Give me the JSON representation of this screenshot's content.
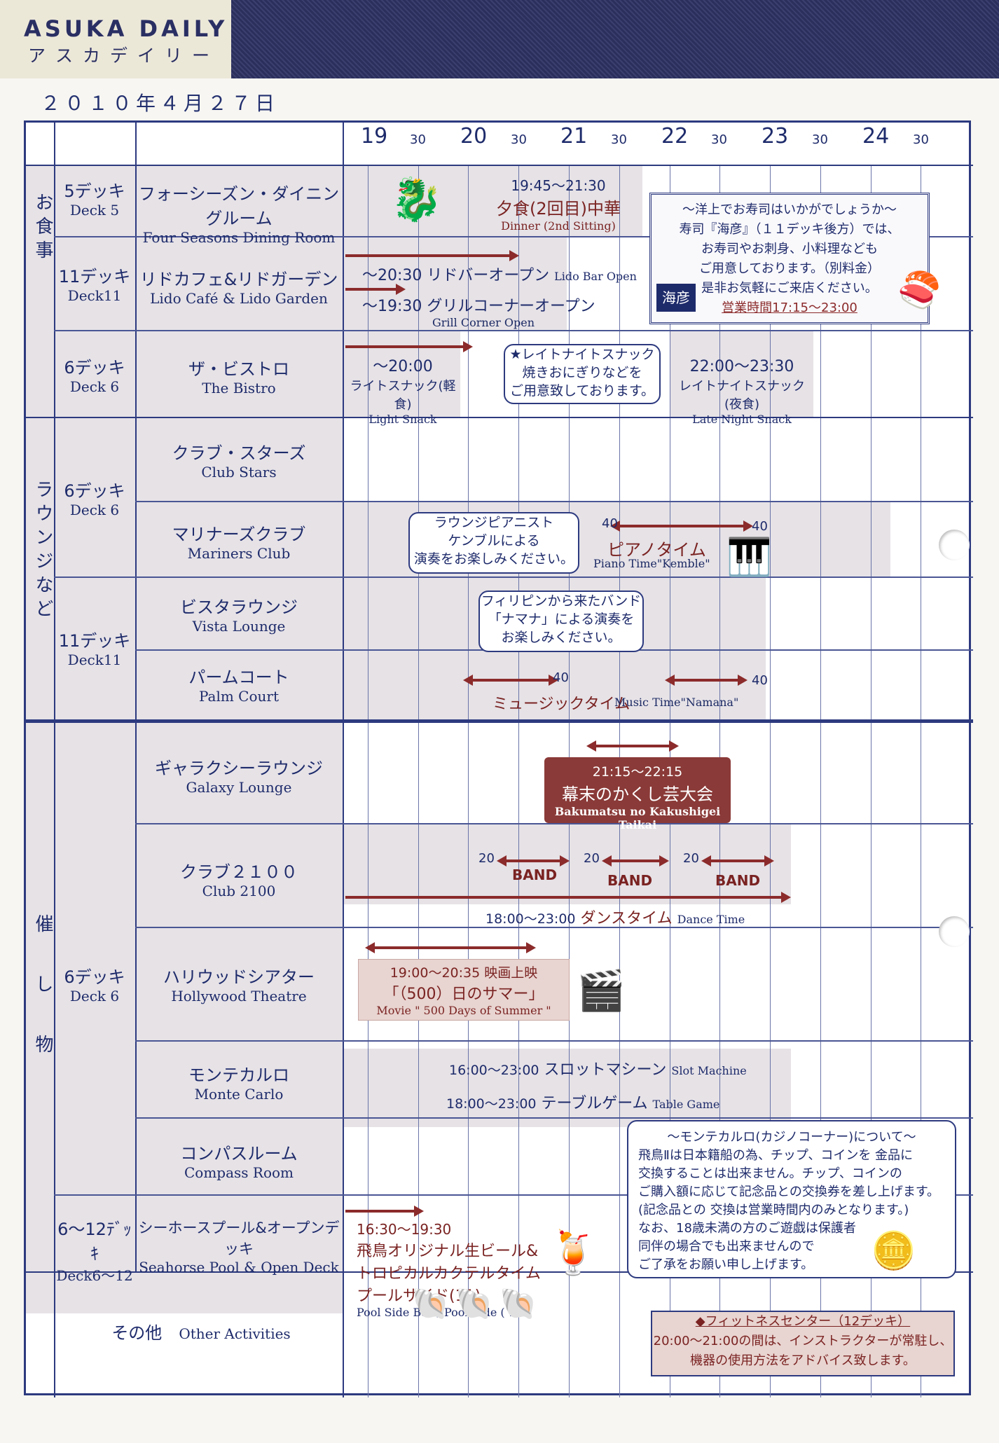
{
  "header": {
    "brand_en": "ASUKA DAILY",
    "brand_jp": "アスカデイリー",
    "date": "２０１０年４月２７日"
  },
  "timeline": {
    "hours": [
      "19",
      "20",
      "21",
      "22",
      "23",
      "24"
    ],
    "half": "30"
  },
  "categories": {
    "dining": "お食事",
    "lounge": "ラウンジなど",
    "events": "催し物"
  },
  "decks": {
    "d5": {
      "jp": "5デッキ",
      "en": "Deck 5"
    },
    "d11a": {
      "jp": "11デッキ",
      "en": "Deck11"
    },
    "d6a": {
      "jp": "6デッキ",
      "en": "Deck 6"
    },
    "d6b": {
      "jp": "6デッキ",
      "en": "Deck 6"
    },
    "d11b": {
      "jp": "11デッキ",
      "en": "Deck11"
    },
    "d6c": {
      "jp": "6デッキ",
      "en": "Deck 6"
    },
    "d612": {
      "jp": "6～12ﾃﾞｯｷ",
      "en": "Deck6～12"
    }
  },
  "venues": {
    "four_seasons": {
      "jp": "フォーシーズン・ダイニングルーム",
      "en": "Four Seasons Dining Room"
    },
    "lido": {
      "jp": "リドカフェ&リドガーデン",
      "en": "Lido Café & Lido Garden"
    },
    "bistro": {
      "jp": "ザ・ビストロ",
      "en": "The Bistro"
    },
    "club_stars": {
      "jp": "クラブ・スターズ",
      "en": "Club Stars"
    },
    "mariners": {
      "jp": "マリナーズクラブ",
      "en": "Mariners Club"
    },
    "vista": {
      "jp": "ビスタラウンジ",
      "en": "Vista Lounge"
    },
    "palm": {
      "jp": "パームコート",
      "en": "Palm Court"
    },
    "galaxy": {
      "jp": "ギャラクシーラウンジ",
      "en": "Galaxy Lounge"
    },
    "club2100": {
      "jp": "クラブ２１００",
      "en": "Club 2100"
    },
    "hollywood": {
      "jp": "ハリウッドシアター",
      "en": "Hollywood Theatre"
    },
    "monte": {
      "jp": "モンテカルロ",
      "en": "Monte Carlo"
    },
    "compass": {
      "jp": "コンパスルーム",
      "en": "Compass Room"
    },
    "seahorse": {
      "jp": "シーホースプール&オープンデッキ",
      "en": "Seahorse Pool & Open Deck"
    },
    "other": {
      "jp": "その他",
      "en": "Other Activities"
    }
  },
  "events": {
    "dinner_time": "19:45～21:30",
    "dinner_jp": "夕食(2回目)中華",
    "dinner_en": "Dinner (2nd Sitting)",
    "lido_bar": "～20:30 リドバーオープン",
    "lido_bar_en": "Lido Bar Open",
    "grill": "～19:30 グリルコーナーオープン",
    "grill_en": "Grill Corner Open",
    "light_time": "～20:00",
    "light_jp": "ライトスナック(軽食)",
    "light_en": "Light Snack",
    "late_time": "22:00～23:30",
    "late_jp": "レイトナイトスナック(夜食)",
    "late_en": "Late Night Snack",
    "late_bubble": [
      "★レイトナイトスナック",
      "焼きおにぎりなどを",
      "ご用意致しております。"
    ],
    "sushi": [
      "～洋上でお寿司はいかがでしょうか～",
      "寿司『海彦』（１１デッキ後方）では、",
      "お寿司やお刺身、小料理なども",
      "ご用意しております。（別料金）",
      "是非お気軽にご来店ください。",
      "営業時間17:15～23:00"
    ],
    "sushi_logo": "海彦",
    "piano_bubble": [
      "ラウンジピアニスト",
      "ケンブルによる",
      "演奏をお楽しみください。"
    ],
    "piano_jp": "ピアノタイム",
    "piano_en": "Piano Time\"Kemble\"",
    "n40": "40",
    "band_bubble": [
      "フィリピンから来たバンド",
      "「ナマナ」による演奏を",
      "お楽しみください。"
    ],
    "music_jp": "ミュージックタイム",
    "music_en": "Music Time\"Namana\"",
    "galaxy_time": "21:15～22:15",
    "galaxy_jp": "幕末のかくし芸大会",
    "galaxy_en": "Bakumatsu no Kakushigei Taikai",
    "n20": "20",
    "band": "BAND",
    "dance_time": "18:00～23:00",
    "dance_jp": "ダンスタイム",
    "dance_en": "Dance Time",
    "movie_line1": "19:00～20:35 映画上映",
    "movie_line2": "「（500）日のサマー」",
    "movie_en": "Movie \" 500 Days of Summer \"",
    "slot_time": "16:00～23:00",
    "slot_jp": "スロットマシーン",
    "slot_en": "Slot Machine",
    "table_time": "18:00～23:00",
    "table_jp": "テーブルゲーム",
    "table_en": "Table Game",
    "casino_note": [
      "～モンテカルロ(カジノコーナー)について～",
      "飛鳥Ⅱは日本籍船の為、チップ、コインを 金品に",
      "交換することは出来ません。チップ、コインの",
      "ご購入額に応じて記念品との交換券を差し上げます。",
      "(記念品との 交換は営業時間内のみとなります。)",
      "なお、18歳未満の方のご遊戯は保護者",
      "同伴の場合でも出来ませんので",
      "ご了承をお願い申し上げます。"
    ],
    "pool_time": "16:30～19:30",
    "pool_jp1": "飛鳥オリジナル生ビール&",
    "pool_jp2": "トロピカルカクテルタイム",
    "pool_jp3": "プールサイド(11)",
    "pool_en": "Pool Side Bar / Pool Side ( 11 )",
    "fitness": [
      "◆フィットネスセンター（12デッキ）",
      "20:00～21:00の間は、インストラクターが常駐し、",
      "機器の使用方法をアドバイス致します。"
    ]
  }
}
